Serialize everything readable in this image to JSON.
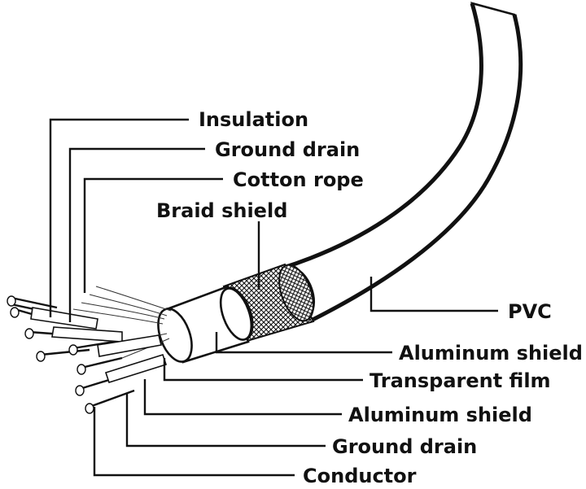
{
  "labels": {
    "insulation": "Insulation",
    "ground_drain_top": "Ground drain",
    "cotton_rope": "Cotton rope",
    "braid_shield": "Braid shield",
    "pvc": "PVC",
    "aluminum_shield_outer": "Aluminum shield",
    "transparent_film": "Transparent film",
    "aluminum_shield_inner": "Aluminum shield",
    "ground_drain_bottom": "Ground drain",
    "conductor": "Conductor"
  },
  "colors": {
    "line": "#111111",
    "background": "#ffffff"
  }
}
